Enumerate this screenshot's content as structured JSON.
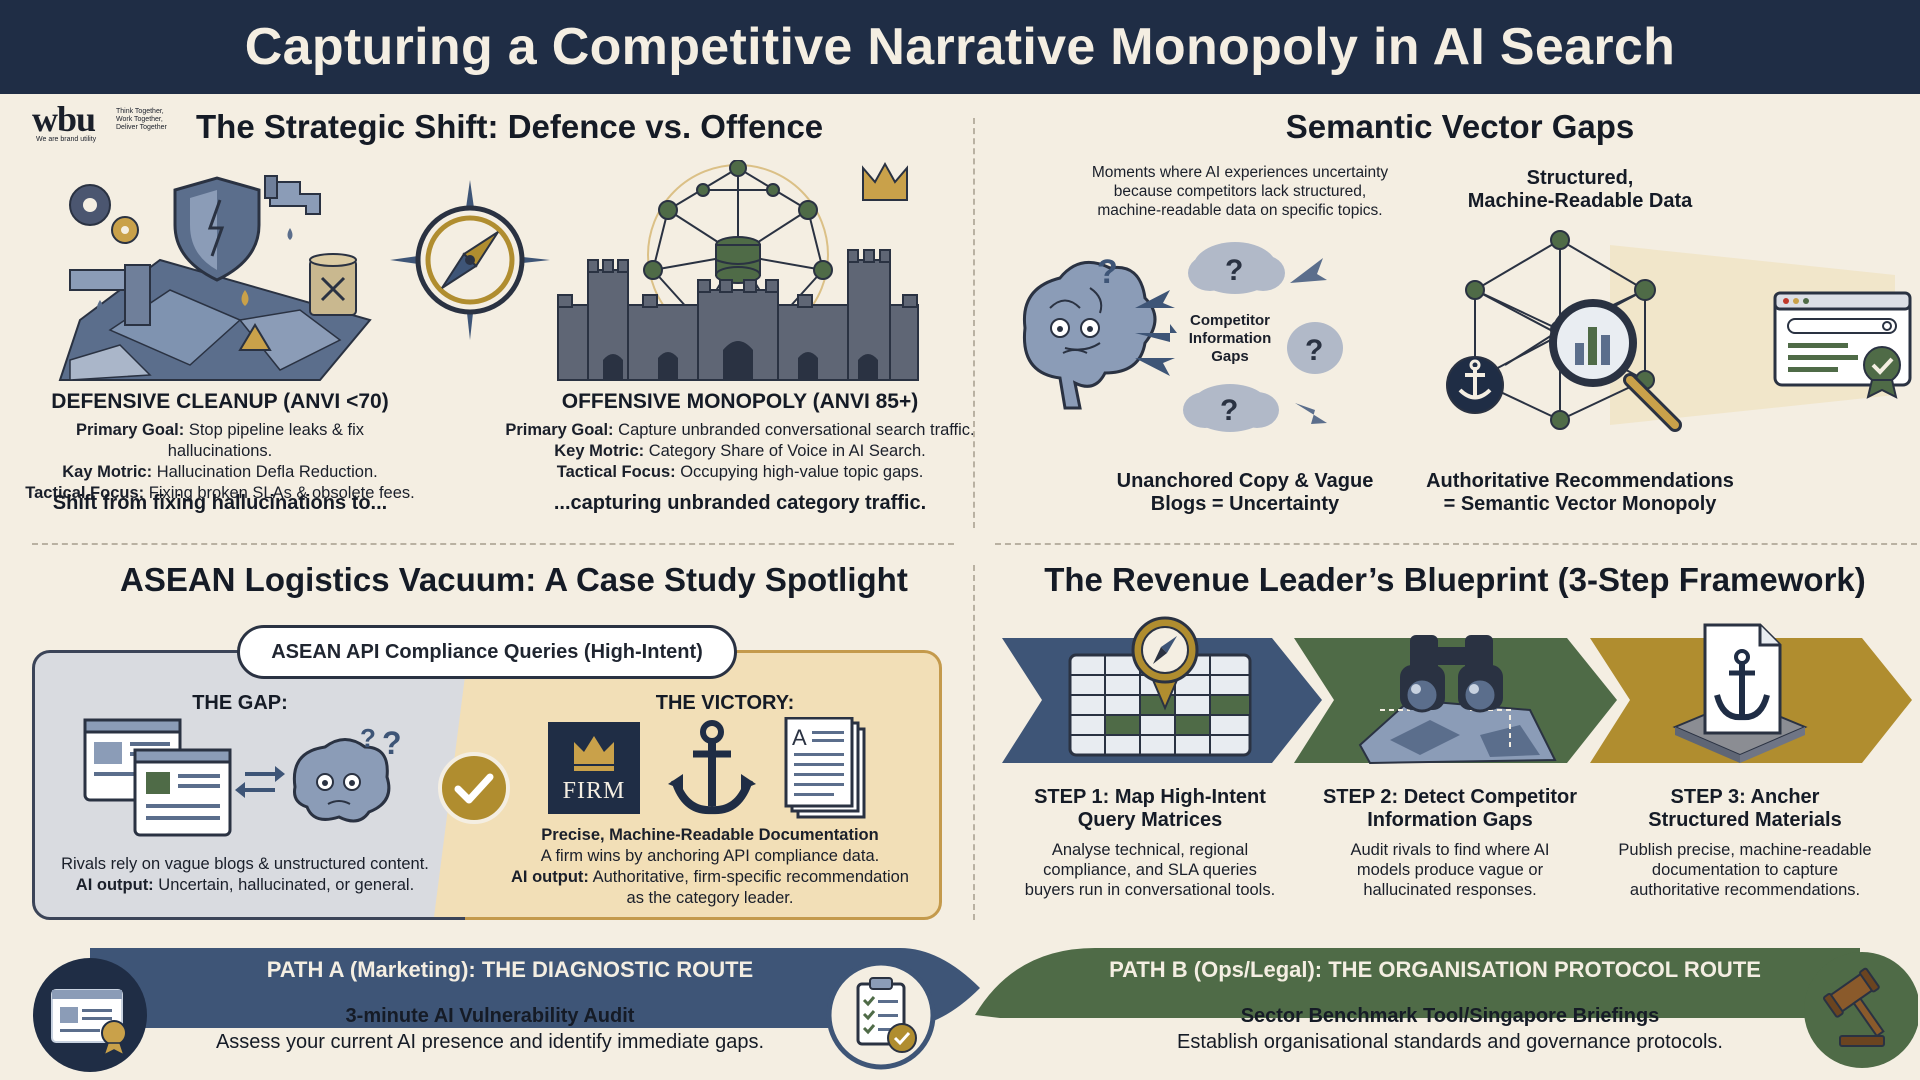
{
  "title": "Capturing a Competitive Narrative Monopoly in AI Search",
  "logo": {
    "mark": "wbu",
    "tagline_1": "Think Together,",
    "tagline_2": "Work Together,",
    "tagline_3": "Deliver Together",
    "subtext": "We are brand utility"
  },
  "strategic_shift": {
    "heading": "The Strategic Shift: Defence vs. Offence",
    "defensive": {
      "title": "DEFENSIVE CLEANUP (ANVI <70)",
      "goal_label": "Primary Goal:",
      "goal": "Stop pipeline leaks & fix hallucinations.",
      "metric_label": "Kay Motric:",
      "metric": "Hallucination Defla Reduction.",
      "focus_label": "Tactical Focus:",
      "focus": "Fixing broken SLAs & obsolete fees.",
      "transition": "Shift from fixing hallucinations to..."
    },
    "offensive": {
      "title": "OFFENSIVE MONOPOLY (ANVI 85+)",
      "goal_label": "Primary Goal:",
      "goal": "Capture unbranded conversational search traffic.",
      "metric_label": "Key Motric:",
      "metric": "Category Share of Voice in AI Search.",
      "focus_label": "Tactical Focus:",
      "focus": "Occupying high-value topic gaps.",
      "transition": "...capturing unbranded category traffic."
    }
  },
  "semantic": {
    "heading": "Semantic Vector Gaps",
    "moments_1": "Moments where AI experiences uncertainty",
    "moments_2": "because competitors lack structured,",
    "moments_3": "machine-readable data on specific topics.",
    "gaps_1": "Competitor",
    "gaps_2": "Information",
    "gaps_3": "Gaps",
    "structured_1": "Structured,",
    "structured_2": "Machine-Readable Data",
    "left_caption_1": "Unanchored Copy & Vague",
    "left_caption_2": "Blogs = Uncertainty",
    "right_caption_1": "Authoritative Recommendations",
    "right_caption_2": "= Semantic Vector Monopoly"
  },
  "asean": {
    "heading": "ASEAN Logistics Vacuum: A Case Study Spotlight",
    "pill": "ASEAN API Compliance Queries (High-Intent)",
    "gap_title": "THE GAP:",
    "gap_line": "Rivals rely on vague blogs & unstructured content.",
    "gap_ai_label": "AI output:",
    "gap_ai": "Uncertain, hallucinated, or general.",
    "victory_title": "THE VICTORY:",
    "firm_label": "FIRM",
    "victory_sub": "Precise, Machine-Readable Documentation",
    "victory_line": "A firm wins by anchoring API compliance data.",
    "victory_ai_label": "AI output:",
    "victory_ai_1": "Authoritative, firm-specific recommendation",
    "victory_ai_2": "as the category leader."
  },
  "blueprint": {
    "heading": "The Revenue Leader’s Blueprint (3-Step Framework)",
    "steps": [
      {
        "title_1": "STEP 1: Map High-Intent",
        "title_2": "Query Matrices",
        "d1": "Analyse technical, regional",
        "d2": "compliance, and SLA queries",
        "d3": "buyers run in conversational tools."
      },
      {
        "title_1": "STEP 2: Detect Competitor",
        "title_2": "Information Gaps",
        "d1": "Audit rivals to find where AI",
        "d2": "models produce vague or",
        "d3": "hallucinated responses."
      },
      {
        "title_1": "STEP 3: Ancher",
        "title_2": "Structured Materials",
        "d1": "Publish precise, machine-readable",
        "d2": "documentation to capture",
        "d3": "authoritative recommendations."
      }
    ]
  },
  "paths": {
    "a_title": "PATH A (Marketing): THE DIAGNOSTIC ROUTE",
    "a_bold": "3-minute AI Vulnerability Audit",
    "a_desc": "Assess your current AI presence and identify immediate gaps.",
    "b_title": "PATH B (Ops/Legal): THE ORGANISATION PROTOCOL ROUTE",
    "b_bold": "Sector Benchmark Tool/Singapore Briefings",
    "b_desc": "Establish organisational standards and governance protocols."
  },
  "colors": {
    "navy": "#1f2d45",
    "slate": "#3e5577",
    "green": "#4f6b47",
    "gold": "#b08d2f",
    "cream": "#f4eee2"
  }
}
